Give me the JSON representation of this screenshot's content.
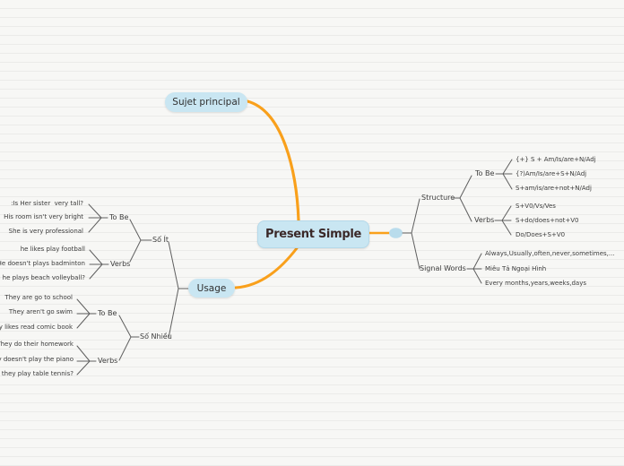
{
  "title": "Present Simple mind map",
  "colors": {
    "background": "#f7f7f5",
    "ruled_line": "#ebebe9",
    "node_fill": "#c9e6f2",
    "branch_orange": "#f9a01b",
    "branch_gray": "#5f5f5f",
    "text": "#3c3c3c",
    "central_text": "#3a2828"
  },
  "nodes": {
    "central": {
      "label": "Present Simple"
    },
    "sujet": {
      "label": "Sujet principal"
    },
    "usage": {
      "label": "Usage"
    }
  },
  "right": {
    "structure": {
      "label": "Structure",
      "to_be": {
        "label": "To Be",
        "items": [
          "{+} S + Am/Is/are+N/Adj",
          "{?)Am/Is/are+S+N/Adj",
          "S+am/is/are+not+N/Adj"
        ]
      },
      "verbs": {
        "label": "Verbs",
        "items": [
          "S+V0/Vs/Ves",
          "S+do/does+not+V0",
          "Do/Does+S+V0"
        ]
      }
    },
    "signal_words": {
      "label": "Signal Words",
      "items": [
        "Always,Usually,often,never,sometimes,...",
        "Miêu Tả Ngoại Hình",
        "Every months,years,weeks,days"
      ]
    }
  },
  "left": {
    "so_it": {
      "label": "Số Ít",
      "to_be": {
        "label": "To Be",
        "items": [
          ":Is Her sister  very tall?",
          "His room isn't very bright",
          "She is very professional"
        ]
      },
      "verbs": {
        "label": "Verbs",
        "items": [
          "he likes play football",
          "He doesn't plays badminton",
          "Does he plays beach volleyball?"
        ]
      }
    },
    "so_nhieu": {
      "label": "Số Nhiều",
      "to_be": {
        "label": "To Be",
        "items": [
          "They are go to school",
          "They aren't go swim",
          "They likes read comic book"
        ]
      },
      "verbs": {
        "label": "Verbs",
        "items": [
          "They do their homework",
          "They doesn't play the piano",
          "Are they play table tennis?"
        ]
      }
    }
  }
}
